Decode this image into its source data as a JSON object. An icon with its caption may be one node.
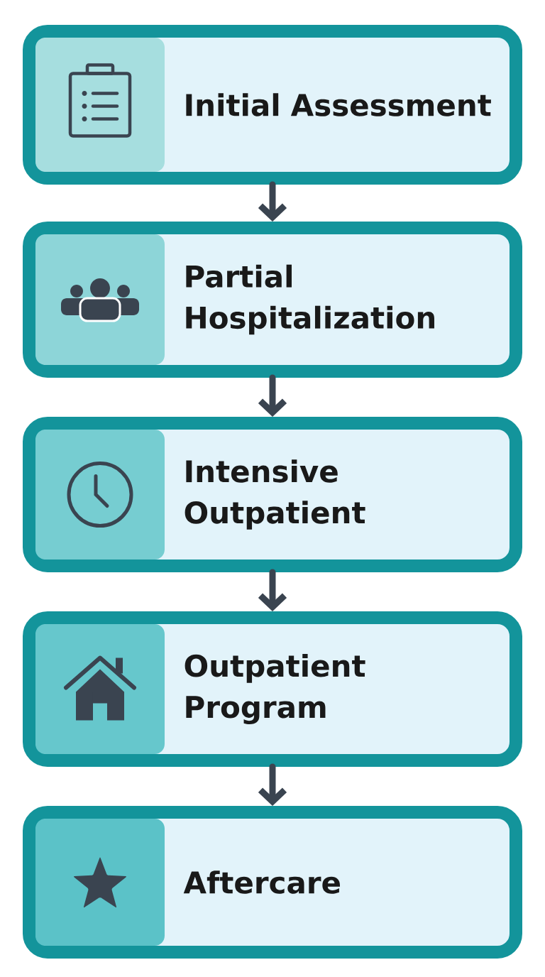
{
  "diagram": {
    "nodes": [
      {
        "text": [
          "Initial Assessment"
        ]
      },
      {
        "text": [
          "Partial Hospitalization"
        ]
      },
      {
        "text": [
          "Intensive Outpatient"
        ]
      },
      {
        "text": [
          "Outpatient Program"
        ]
      },
      {
        "text": [
          "Aftercare"
        ]
      }
    ],
    "edges": [
      {
        "from": 0,
        "to": 1,
        "arrow": "to"
      },
      {
        "from": 1,
        "to": 2,
        "arrow": "to"
      },
      {
        "from": 2,
        "to": 3,
        "arrow": "to"
      },
      {
        "from": 3,
        "to": 4,
        "arrow": "to"
      }
    ]
  }
}
